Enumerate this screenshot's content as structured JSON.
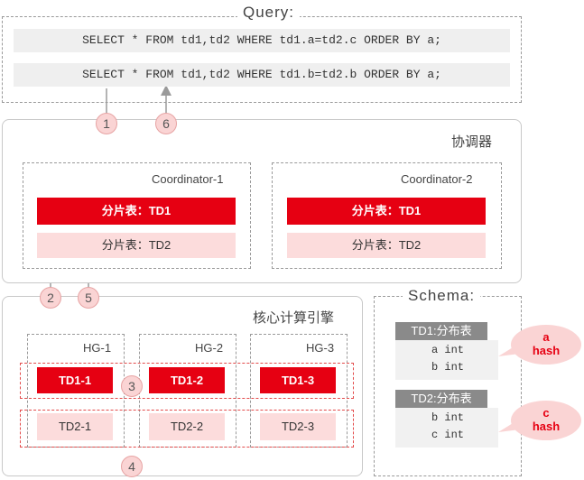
{
  "query": {
    "title": "Query:",
    "sql1": "SELECT * FROM td1,td2 WHERE td1.a=td2.c ORDER BY a;",
    "sql2": "SELECT * FROM td1,td2 WHERE td1.b=td2.b ORDER BY a;"
  },
  "coordinator_layer": {
    "title": "协调器",
    "nodes": [
      {
        "name": "Coordinator-1",
        "shard": "分片表：TD1",
        "table": "分片表：TD2"
      },
      {
        "name": "Coordinator-2",
        "shard": "分片表：TD1",
        "table": "分片表：TD2"
      }
    ]
  },
  "engine": {
    "title": "核心计算引擎",
    "groups": [
      {
        "name": "HG-1",
        "td1": "TD1-1",
        "td2": "TD2-1"
      },
      {
        "name": "HG-2",
        "td1": "TD1-2",
        "td2": "TD2-2"
      },
      {
        "name": "HG-3",
        "td1": "TD1-3",
        "td2": "TD2-3"
      }
    ]
  },
  "schema": {
    "title": "Schema:",
    "tables": [
      {
        "header": "TD1:分布表",
        "cols": [
          "a int",
          "b int"
        ],
        "hash_key": "a",
        "hash_label": "hash"
      },
      {
        "header": "TD2:分布表",
        "cols": [
          "b int",
          "c int"
        ],
        "hash_key": "c",
        "hash_label": "hash"
      }
    ]
  },
  "steps": [
    "1",
    "6",
    "2",
    "5",
    "3",
    "4"
  ],
  "colors": {
    "accent": "#e60012",
    "pink": "#fcdcdc",
    "gray": "#8a8a8a"
  }
}
